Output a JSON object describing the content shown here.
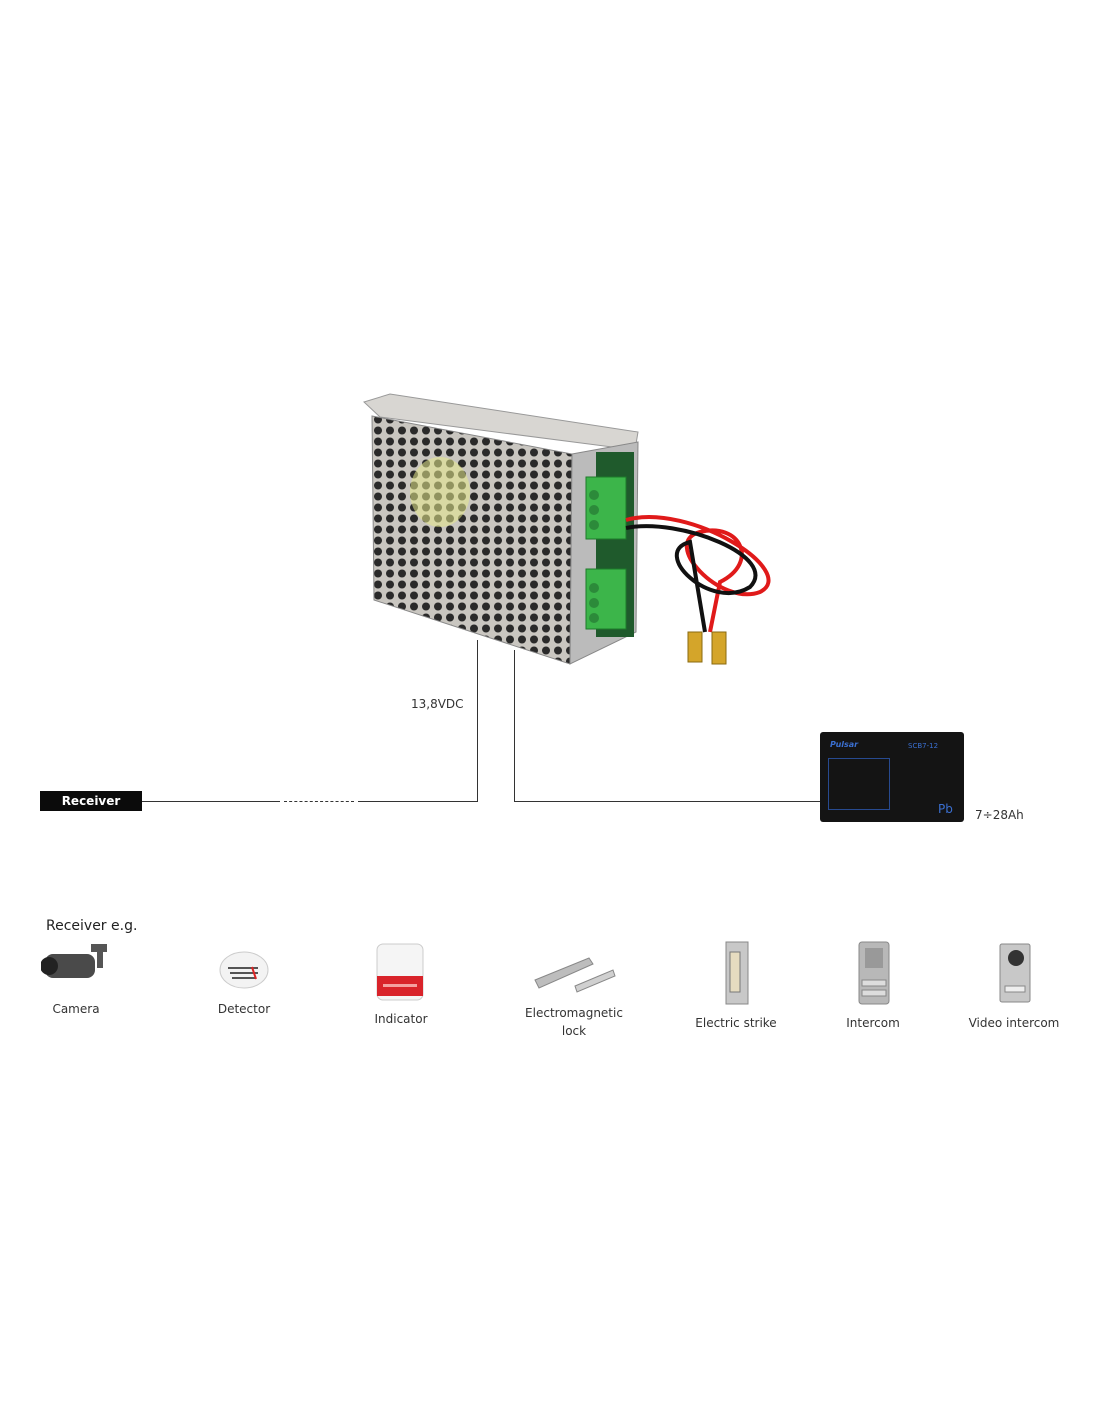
{
  "diagram": {
    "voltage_label": "13,8VDC",
    "receiver_label": "Receiver",
    "battery_capacity": "7÷28Ah",
    "battery_logo": "Pulsar",
    "battery_model": "SCB7-12",
    "battery_mark": "Pb"
  },
  "receivers": {
    "heading": "Receiver e.g.",
    "items": [
      {
        "name": "Camera",
        "icon": "camera-icon"
      },
      {
        "name": "Detector",
        "icon": "smoke-detector-icon"
      },
      {
        "name": "Indicator",
        "icon": "siren-icon"
      },
      {
        "name": "Electromagnetic lock",
        "icon": "magnetic-lock-icon"
      },
      {
        "name": "Electric strike",
        "icon": "electric-strike-icon"
      },
      {
        "name": "Intercom",
        "icon": "intercom-icon"
      },
      {
        "name": "Video intercom",
        "icon": "video-intercom-icon"
      }
    ]
  },
  "colors": {
    "wire_red": "#e01a1a",
    "terminal_green": "#3cb54a",
    "label_bg": "#0b0b0b"
  }
}
